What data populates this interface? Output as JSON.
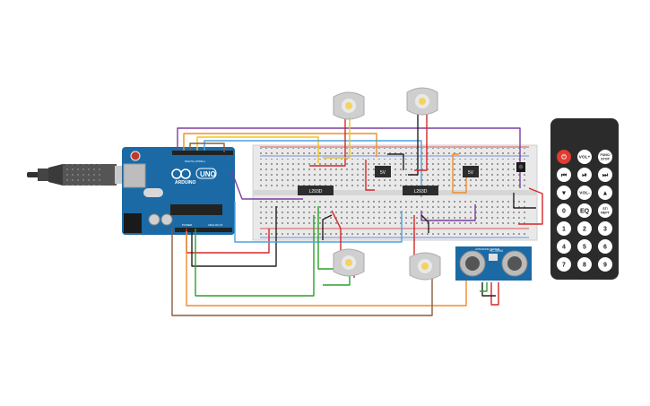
{
  "arduino": {
    "brand": "ARDUINO",
    "model": "UNO",
    "digital_label": "DIGITAL (PWM~)",
    "power_label": "POWER",
    "analog_label": "ANALOG IN"
  },
  "drivers": [
    {
      "label": "L293D"
    },
    {
      "label": "L293D"
    }
  ],
  "regulators": [
    {
      "label": "5V"
    },
    {
      "label": "5V"
    }
  ],
  "sensor": {
    "model": "HC-SR04",
    "side_label": "ULTRASONIC SENSOR"
  },
  "remote": {
    "buttons": [
      {
        "label": "⏻",
        "name": "power"
      },
      {
        "label": "VOL+",
        "name": "vol-up"
      },
      {
        "label": "FUNC/\nSTOP",
        "name": "func-stop"
      },
      {
        "label": "⏮",
        "name": "prev"
      },
      {
        "label": "⏯",
        "name": "play-pause"
      },
      {
        "label": "⏭",
        "name": "next"
      },
      {
        "label": "▼",
        "name": "down"
      },
      {
        "label": "VOL-",
        "name": "vol-down"
      },
      {
        "label": "▲",
        "name": "up"
      },
      {
        "label": "0",
        "name": "digit-0"
      },
      {
        "label": "EQ",
        "name": "eq"
      },
      {
        "label": "ST/\nREPT",
        "name": "st-rept"
      },
      {
        "label": "1",
        "name": "digit-1"
      },
      {
        "label": "2",
        "name": "digit-2"
      },
      {
        "label": "3",
        "name": "digit-3"
      },
      {
        "label": "4",
        "name": "digit-4"
      },
      {
        "label": "5",
        "name": "digit-5"
      },
      {
        "label": "6",
        "name": "digit-6"
      },
      {
        "label": "7",
        "name": "digit-7"
      },
      {
        "label": "8",
        "name": "digit-8"
      },
      {
        "label": "9",
        "name": "digit-9"
      }
    ]
  },
  "colors": {
    "board": "#1b6aa5",
    "breadboard": "#e9e9e9",
    "remote_body": "#2b2b2b",
    "power_button": "#e03c31",
    "motor_shaft": "#f4d35e",
    "wire_red": "#d62728",
    "wire_black": "#222222",
    "wire_green": "#2ca02c",
    "wire_purple": "#7b3fa0",
    "wire_orange": "#f28c28",
    "wire_yellow": "#f0c419",
    "wire_blue": "#4aa3df",
    "wire_brown": "#8c5a3c"
  }
}
